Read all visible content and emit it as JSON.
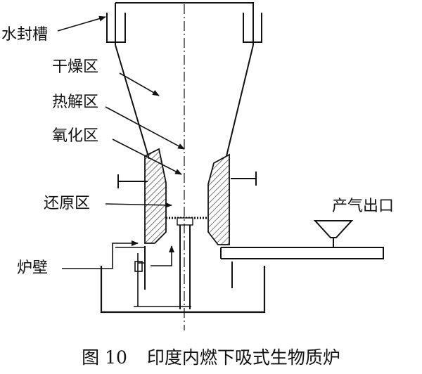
{
  "labels": {
    "water_seal": "水封槽",
    "drying": "干燥区",
    "pyrolysis": "热解区",
    "oxidation": "氧化区",
    "reduction": "还原区",
    "furnace_wall": "炉壁",
    "gas_outlet": "产气出口"
  },
  "caption": {
    "number": "图 10",
    "text": "印度内燃下吸式生物质炉"
  },
  "colors": {
    "line": "#111111",
    "hatch": "#222222",
    "background": "#ffffff"
  }
}
